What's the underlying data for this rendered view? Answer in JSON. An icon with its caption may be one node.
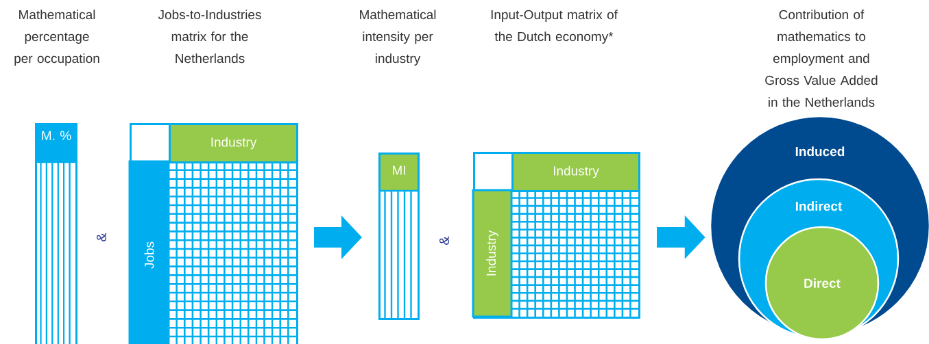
{
  "diagram": {
    "nodes": [
      {
        "text": [
          "M. %"
        ]
      },
      {
        "text": [],
        "shape": "box"
      },
      {
        "text": [
          "Industry"
        ],
        "in": 1
      },
      {
        "text": [
          "Jobs"
        ],
        "in": 1
      },
      {
        "text": [
          "MI"
        ]
      },
      {
        "text": [],
        "shape": "box"
      },
      {
        "text": [
          "Industry"
        ],
        "in": 5
      },
      {
        "text": [
          "Industry"
        ],
        "in": 5
      },
      {
        "text": [
          "Induced"
        ]
      },
      {
        "text": [
          "Indirect"
        ],
        "in": 8
      },
      {
        "text": [
          "Direct"
        ],
        "in": 9
      }
    ],
    "edges": [
      {
        "from": 1,
        "to": 4,
        "arrow": "to"
      },
      {
        "from": 5,
        "to": 8,
        "arrow": "to"
      }
    ],
    "labels": [
      "Mathematical percentage per occupation",
      "Jobs-to-Industries matrix for the Netherlands",
      "Mathematical intensity per industry",
      "Input-Output matrix of the Dutch economy*",
      "Contribution of mathematics to employment and Gross Value Added in the Netherlands",
      "&",
      "&"
    ]
  }
}
